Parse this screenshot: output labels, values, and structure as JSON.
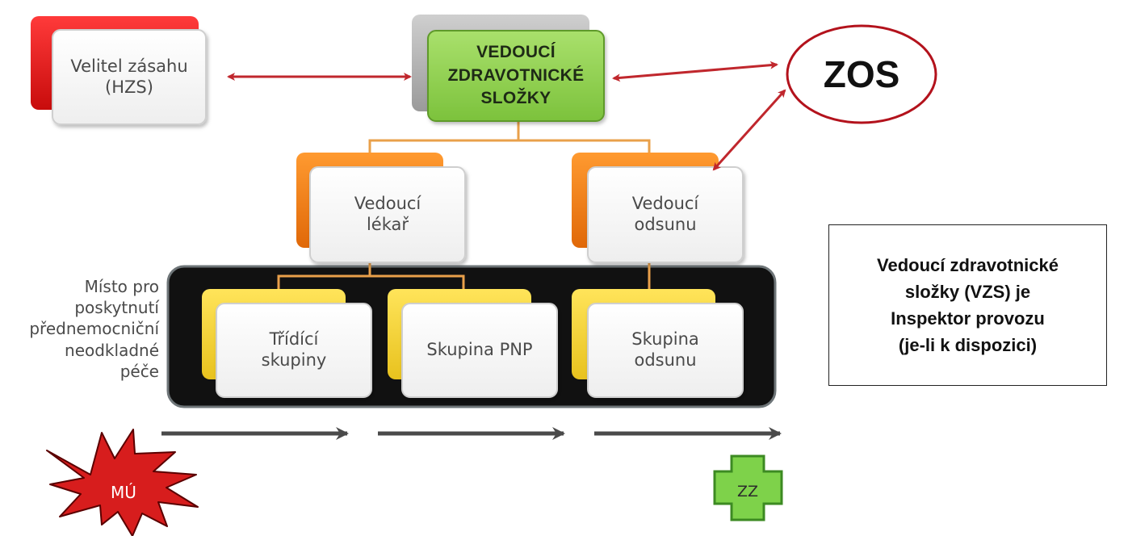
{
  "diagram": {
    "commander": "Velitel zásahu\n(HZS)",
    "head_medical": "VEDOUCÍ\nZDRAVOTNICKÉ\nSLOŽKY",
    "zos": "ZOS",
    "head_doctor": "Vedoucí\nlékař",
    "head_evacuation": "Vedoucí\nodsunu",
    "site_label": "Místo pro\nposkytnutí\npřednemocniční\nneodkladné\npéče",
    "triage_groups": "Třídící\nskupiny",
    "pnp_group": "Skupina PNP",
    "evacuation_group": "Skupina\nodsunu",
    "incident_site": "MÚ",
    "medical_facility": "ZZ",
    "note": "Vedoucí zdravotnické\nsložky (VZS) je\nInspektor provozu\n(je-li k dispozici)"
  },
  "colors": {
    "red": "#e02020",
    "gray": "#b0b0b0",
    "green": "#8fd24e",
    "orange": "#f07a16",
    "yellow": "#f2d02e",
    "connector": "#e9a04a",
    "arrow_red": "#c0272d",
    "flow_arrow": "#4a4a4a",
    "panel": "#101010"
  }
}
